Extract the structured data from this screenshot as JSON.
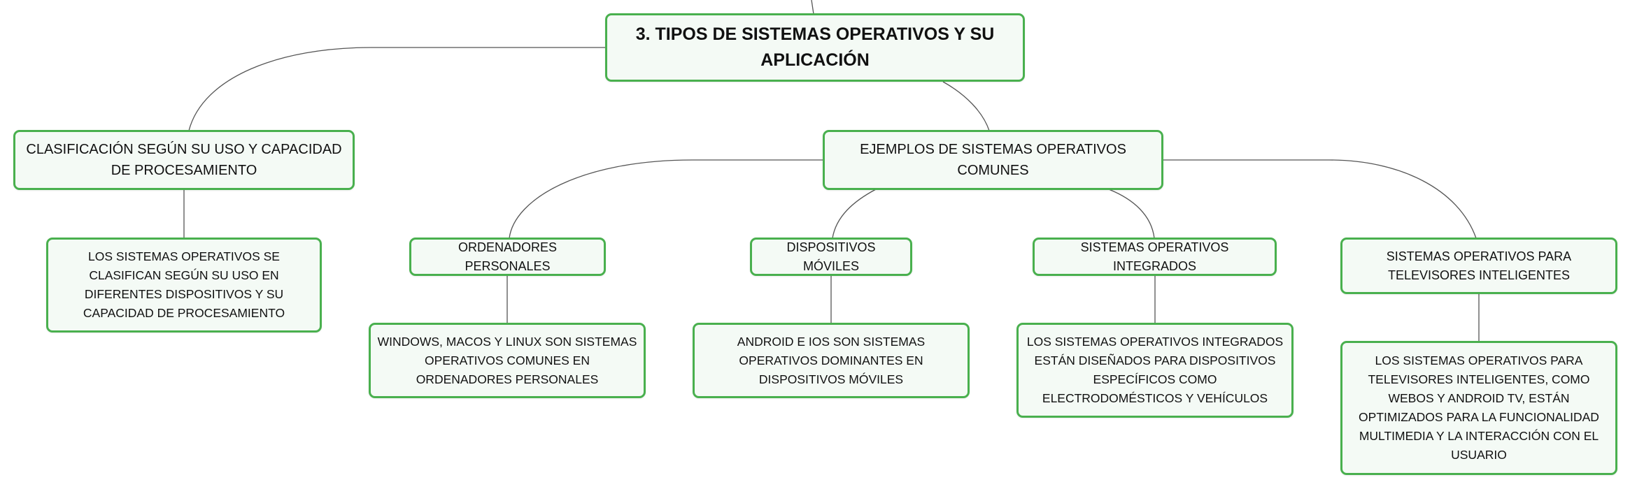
{
  "root": {
    "title": "3. TIPOS DE SISTEMAS OPERATIVOS Y SU APLICACIÓN"
  },
  "branches": {
    "classification": {
      "title": "CLASIFICACIÓN SEGÚN SU USO Y CAPACIDAD DE PROCESAMIENTO",
      "detail": "LOS SISTEMAS OPERATIVOS SE CLASIFICAN SEGÚN SU USO EN DIFERENTES DISPOSITIVOS Y SU CAPACIDAD DE PROCESAMIENTO"
    },
    "examples": {
      "title": "EJEMPLOS DE SISTEMAS OPERATIVOS COMUNES",
      "children": [
        {
          "title": "ORDENADORES PERSONALES",
          "detail": "WINDOWS, MACOS Y LINUX SON SISTEMAS OPERATIVOS COMUNES EN ORDENADORES PERSONALES"
        },
        {
          "title": "DISPOSITIVOS MÓVILES",
          "detail": "ANDROID E IOS SON SISTEMAS OPERATIVOS DOMINANTES EN DISPOSITIVOS MÓVILES"
        },
        {
          "title": "SISTEMAS OPERATIVOS INTEGRADOS",
          "detail": "LOS SISTEMAS OPERATIVOS INTEGRADOS ESTÁN DISEÑADOS PARA DISPOSITIVOS ESPECÍFICOS COMO ELECTRODOMÉSTICOS Y VEHÍCULOS"
        },
        {
          "title": "SISTEMAS OPERATIVOS PARA TELEVISORES INTELIGENTES",
          "detail": "LOS SISTEMAS OPERATIVOS PARA TELEVISORES INTELIGENTES, COMO WEBOS Y ANDROID TV, ESTÁN OPTIMIZADOS PARA LA FUNCIONALIDAD MULTIMEDIA Y LA INTERACCIÓN CON EL USUARIO"
        }
      ]
    }
  },
  "colors": {
    "node_border": "#49b04e",
    "node_fill": "#f4faf5",
    "connector": "#555555"
  }
}
